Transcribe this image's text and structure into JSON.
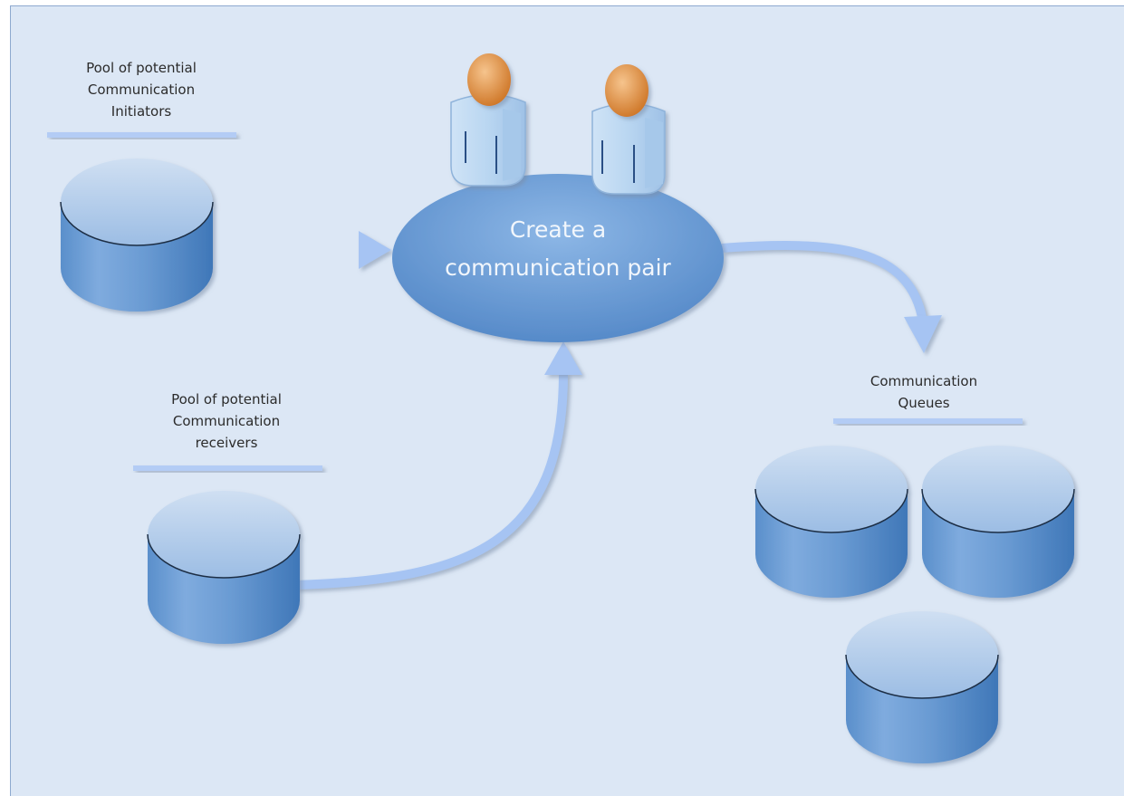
{
  "initiators": {
    "label_lines": [
      "Pool of potential",
      "Communication",
      "Initiators"
    ]
  },
  "receivers": {
    "label_lines": [
      "Pool of potential",
      "Communication",
      "receivers"
    ]
  },
  "pairing": {
    "label_lines": [
      "Create a",
      "communication pair"
    ]
  },
  "queues": {
    "label_lines": [
      "Communication",
      "Queues"
    ]
  },
  "icons": {
    "person": "person-icon",
    "database": "database-cylinder-icon"
  },
  "colors": {
    "background": "#dce7f5",
    "cylinder_top": "#c3d6ec",
    "cylinder_body": "#5e93cd",
    "arrow": "#a6c4f3",
    "ellipse": "#6b9fd8",
    "head": "#e1984b"
  }
}
